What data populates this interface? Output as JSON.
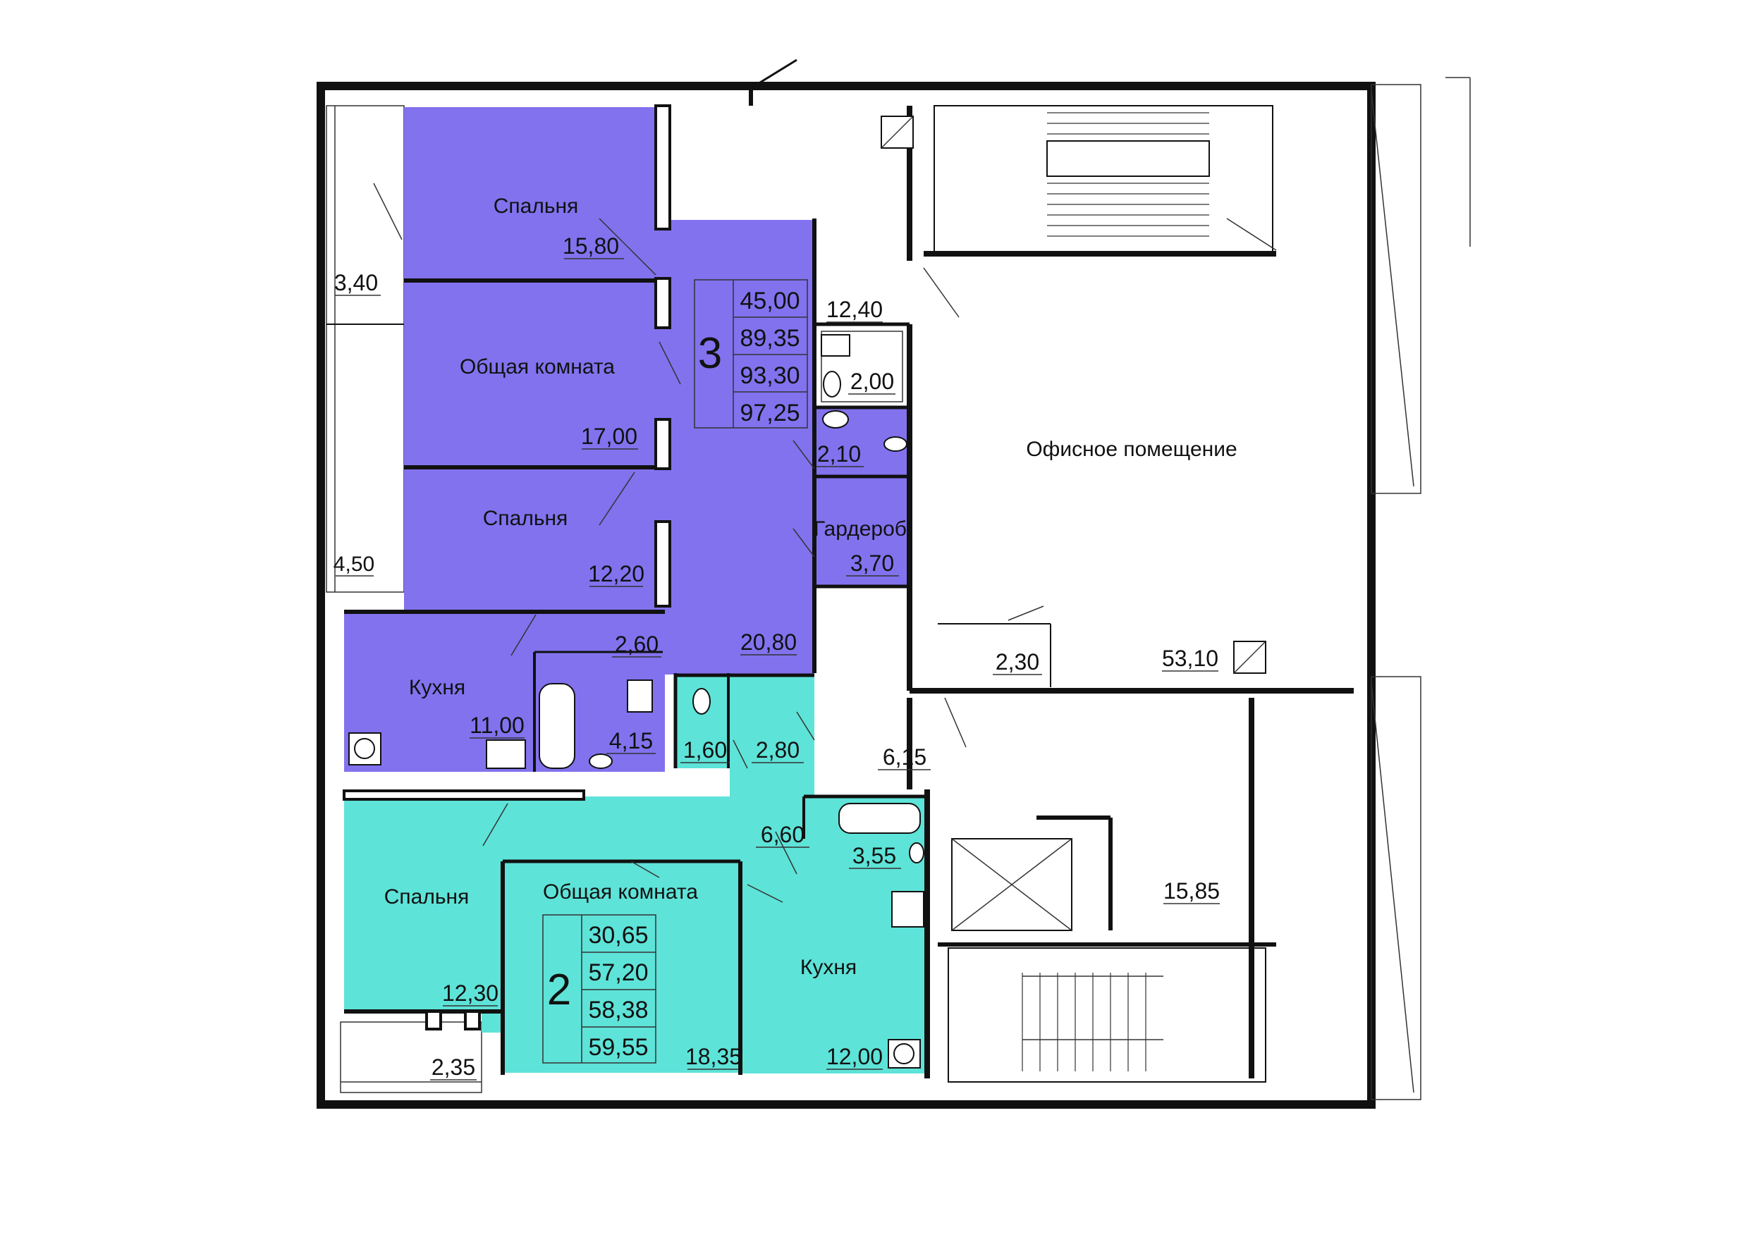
{
  "colors": {
    "apartment_3": "#8272ee",
    "apartment_2": "#5ee3d8",
    "wall": "#111111",
    "background": "#ffffff"
  },
  "apartment_3": {
    "rooms_count": "3",
    "summary": [
      "45,00",
      "89,35",
      "93,30",
      "97,25"
    ],
    "rooms": {
      "bedroom_top_label": "Спальня",
      "bedroom_top_area": "15,80",
      "living_label": "Общая комната",
      "living_area": "17,00",
      "bedroom_mid_label": "Спальня",
      "bedroom_mid_area": "12,20",
      "kitchen_label": "Кухня",
      "kitchen_area": "11,00",
      "hall_area": "20,80",
      "bath_area": "4,15",
      "closet_area": "2,60",
      "wc_area": "2,10",
      "wardrobe_label": "Гардероб",
      "wardrobe_area": "3,70",
      "balcony_top_area": "3,40",
      "balcony_bottom_area": "4,50"
    }
  },
  "apartment_2": {
    "rooms_count": "2",
    "summary": [
      "30,65",
      "57,20",
      "58,38",
      "59,55"
    ],
    "rooms": {
      "bedroom_label": "Спальня",
      "bedroom_area": "12,30",
      "living_label": "Общая комната",
      "living_area": "18,35",
      "kitchen_label": "Кухня",
      "kitchen_area": "12,00",
      "hall_area": "6,60",
      "bath_area": "3,55",
      "wc_area": "1,60",
      "corridor_area": "2,80",
      "balcony_area": "2,35"
    }
  },
  "office": {
    "label": "Офисное помещение",
    "area": "53,10",
    "vestibule_area": "12,40",
    "wc_area": "2,00",
    "storage_area": "2,30"
  },
  "common": {
    "corridor_area": "6,15",
    "lift_hall_area": "15,85"
  }
}
